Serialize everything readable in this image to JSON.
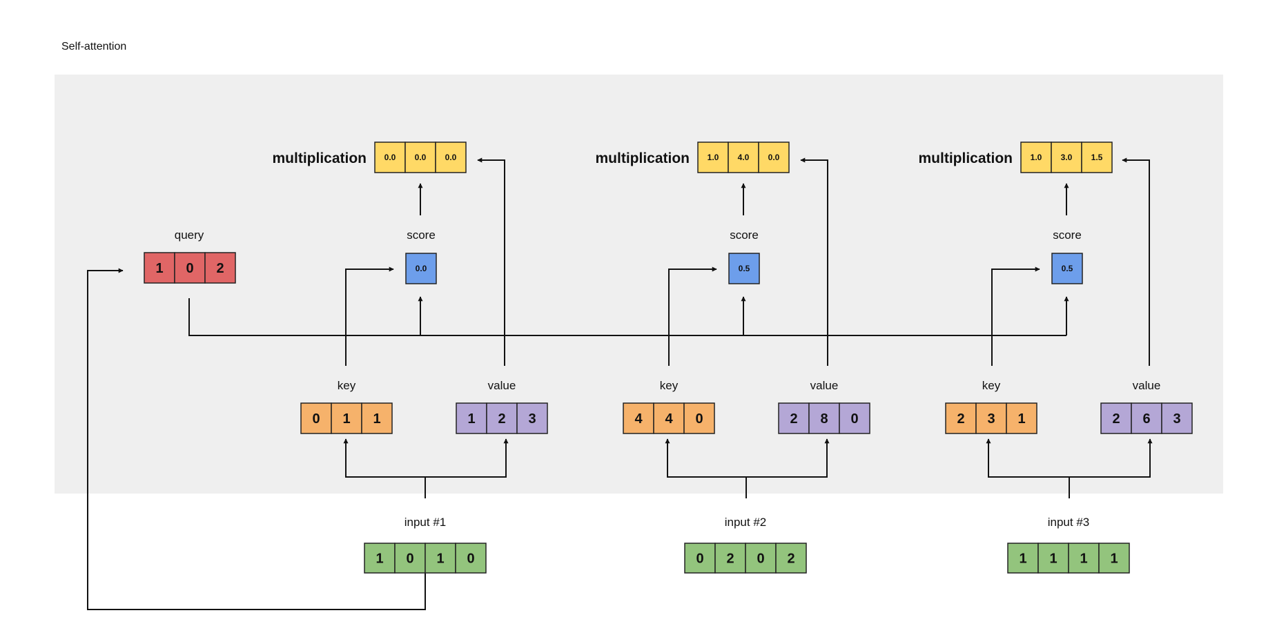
{
  "title": "Self-attention",
  "labels": {
    "query": "query",
    "score": "score",
    "key": "key",
    "value": "value",
    "multiplication": "multiplication"
  },
  "colors": {
    "panel": "#efefef",
    "query": "#e06666",
    "key": "#f6b26b",
    "value": "#b4a7d6",
    "input": "#93c47d",
    "score": "#6d9eeb",
    "multiplication": "#ffd966"
  },
  "query": [
    "1",
    "0",
    "2"
  ],
  "inputs": [
    {
      "label": "input #1",
      "values": [
        "1",
        "0",
        "1",
        "0"
      ],
      "key": [
        "0",
        "1",
        "1"
      ],
      "value": [
        "1",
        "2",
        "3"
      ],
      "score": "0.0",
      "multiplication": [
        "0.0",
        "0.0",
        "0.0"
      ]
    },
    {
      "label": "input #2",
      "values": [
        "0",
        "2",
        "0",
        "2"
      ],
      "key": [
        "4",
        "4",
        "0"
      ],
      "value": [
        "2",
        "8",
        "0"
      ],
      "score": "0.5",
      "multiplication": [
        "1.0",
        "4.0",
        "0.0"
      ]
    },
    {
      "label": "input #3",
      "values": [
        "1",
        "1",
        "1",
        "1"
      ],
      "key": [
        "2",
        "3",
        "1"
      ],
      "value": [
        "2",
        "6",
        "3"
      ],
      "score": "0.5",
      "multiplication": [
        "1.0",
        "3.0",
        "1.5"
      ]
    }
  ]
}
